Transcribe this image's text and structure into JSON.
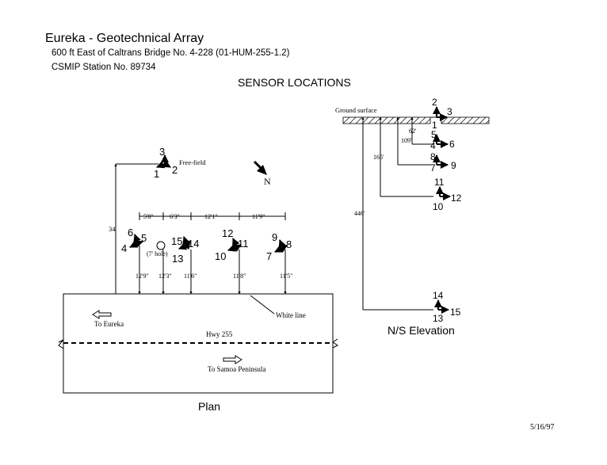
{
  "header": {
    "title": "Eureka - Geotechnical Array",
    "location": "600 ft East of Caltrans Bridge No. 4-228 (01-HUM-255-1.2)",
    "station": "CSMIP Station No. 89734",
    "section_title": "SENSOR LOCATIONS"
  },
  "plan": {
    "caption": "Plan",
    "free_field_label": "Free-field",
    "north_label": "N",
    "hole_label": "(7' hole)",
    "white_line_label": "White line",
    "highway_label": "Hwy 255",
    "to_eureka": "To Eureka",
    "to_samoa": "To Samoa Peninsula",
    "dim_34": "34'",
    "top_dims": [
      "5'8\"",
      "6'3\"",
      "12'1\"",
      "11'9\""
    ],
    "bottom_dims": [
      "12'9\"",
      "12'3\"",
      "11'6\"",
      "11'8\"",
      "11'5\""
    ],
    "free_field_channels": [
      "3",
      "1",
      "2"
    ],
    "group_a_channels": [
      "6",
      "5",
      "4"
    ],
    "group_b_channels": [
      "15",
      "14",
      "13"
    ],
    "group_c_channels": [
      "12",
      "11",
      "10"
    ],
    "group_d_channels": [
      "9",
      "8",
      "7"
    ]
  },
  "elevation": {
    "caption": "N/S Elevation",
    "ground_surface_label": "Ground surface",
    "depths": [
      "62'",
      "109'",
      "165'",
      "446'"
    ],
    "sensor_channels": [
      [
        "2",
        "3",
        "1"
      ],
      [
        "5",
        "6",
        "4"
      ],
      [
        "8",
        "9",
        "7"
      ],
      [
        "11",
        "12",
        "10"
      ],
      [
        "14",
        "15",
        "13"
      ]
    ]
  },
  "footer": {
    "date": "5/16/97"
  }
}
